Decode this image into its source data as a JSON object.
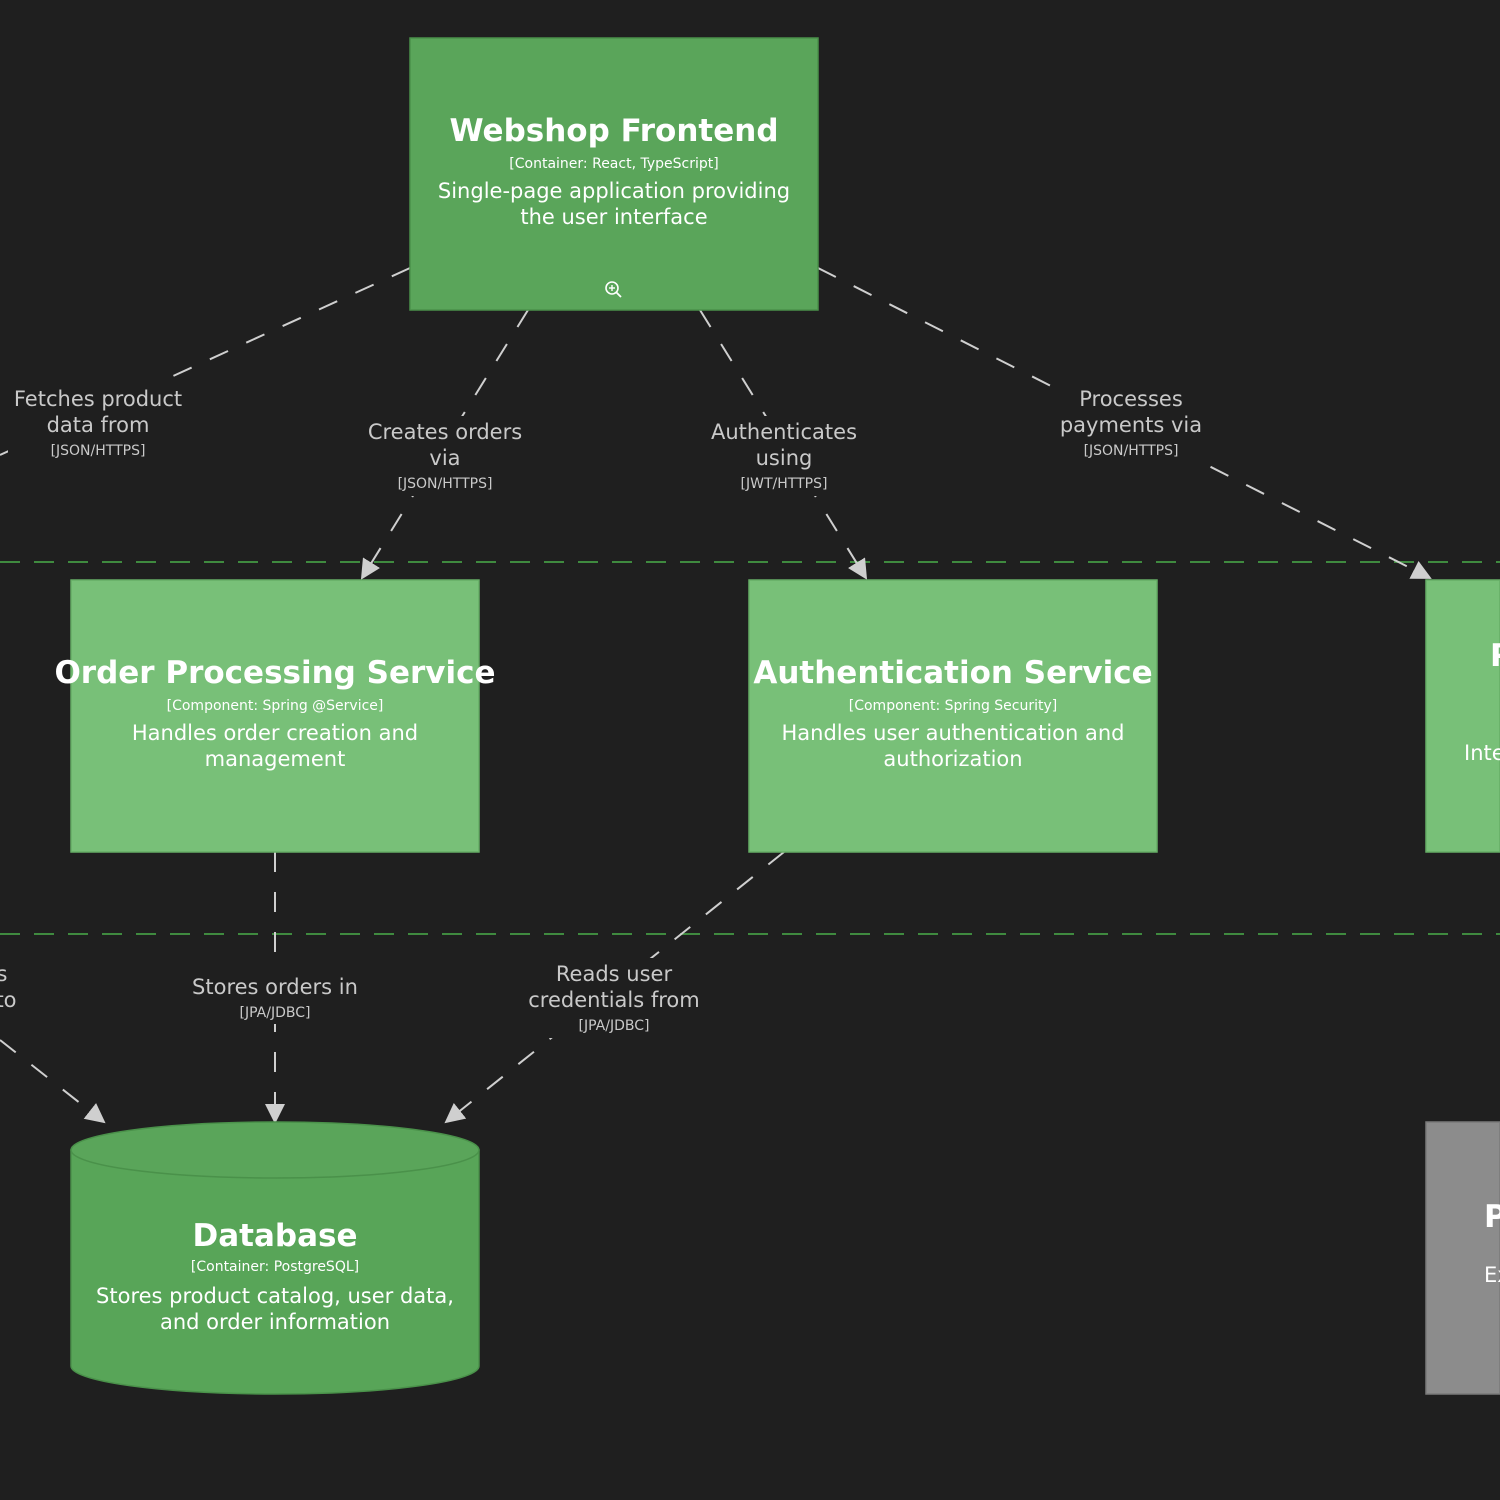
{
  "colors": {
    "background": "#1f1f1f",
    "container_fill": "#5aa55a",
    "component_fill": "#78c078",
    "database_fill": "#58a558",
    "external_fill": "#8c8c8c",
    "edge_color": "#cfcfcf",
    "boundary_color": "#3f8a3f"
  },
  "nodes": {
    "frontend": {
      "title": "Webshop Frontend",
      "tech": "[Container: React, TypeScript]",
      "desc_line1": "Single-page application providing",
      "desc_line2": "the user interface",
      "icon": "zoom-in-icon"
    },
    "order": {
      "title": "Order Processing Service",
      "tech": "[Component: Spring @Service]",
      "desc_line1": "Handles order creation and",
      "desc_line2": "management"
    },
    "auth": {
      "title": "Authentication Service",
      "tech": "[Component: Spring Security]",
      "desc_line1": "Handles user authentication and",
      "desc_line2": "authorization"
    },
    "payment_partial": {
      "title": "P",
      "desc": "Inte"
    },
    "database": {
      "title": "Database",
      "tech": "[Container: PostgreSQL]",
      "desc_line1": "Stores product catalog, user data,",
      "desc_line2": "and order information"
    },
    "external_partial": {
      "title": "P",
      "desc": "Ex"
    }
  },
  "edges": {
    "fetches": {
      "line1": "Fetches product",
      "line2": "data from",
      "tech": "[JSON/HTTPS]"
    },
    "creates": {
      "line1": "Creates orders",
      "line2": "via",
      "tech": "[JSON/HTTPS]"
    },
    "authenticates": {
      "line1": "Authenticates",
      "line2": "using",
      "tech": "[JWT/HTTPS]"
    },
    "processes": {
      "line1": "Processes",
      "line2": "payments via",
      "tech": "[JSON/HTTPS]"
    },
    "stores": {
      "line1": "Stores orders in",
      "tech": "[JPA/JDBC]"
    },
    "reads": {
      "line1": "Reads user",
      "line2": "credentials from",
      "tech": "[JPA/JDBC]"
    },
    "partial_left": {
      "line1": "s",
      "line2": "to"
    }
  }
}
